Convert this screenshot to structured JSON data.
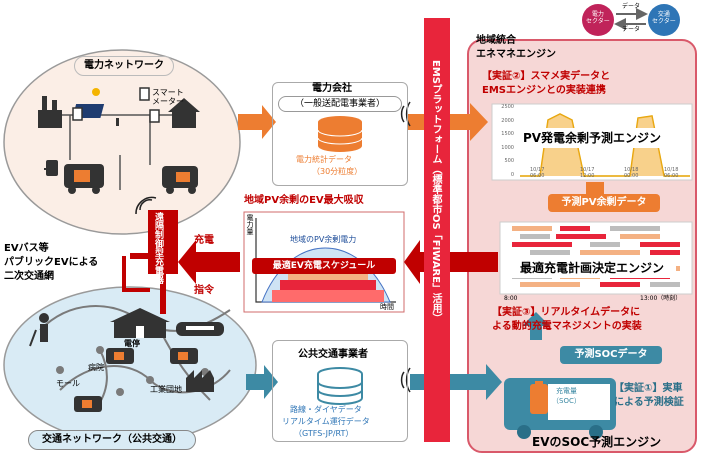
{
  "power_network": {
    "title": "電力ネットワーク",
    "smart_meter": "スマート\nメーター"
  },
  "power_company": {
    "title_line1": "電力会社",
    "title_line2": "（一般送配電事業者）",
    "data_line1": "電力統計データ",
    "data_line2": "（30分粒度）"
  },
  "ev_network": {
    "title_line1": "EVバス等",
    "title_line2": "パブリックEVによる",
    "title_line3": "二次交通網",
    "charger_label": "遠隔制御型充電器",
    "stop": "電停",
    "hospital": "病院",
    "mall": "モール",
    "industrial": "工業団地"
  },
  "transport_network": {
    "title": "交通ネットワーク（公共交通）"
  },
  "schedule": {
    "header": "地域PV余剰のEV最大吸収",
    "charge_label": "充電",
    "command_label": "指令",
    "y_axis": "電力量",
    "curve_label": "地域のPV余剰電力",
    "banner": "最適EV充電スケジュール",
    "x_axis": "時間"
  },
  "public_transport": {
    "title": "公共交通事業者",
    "data_line1": "路線・ダイヤデータ",
    "data_line2": "リアルタイム運行データ",
    "data_line3": "（GTFS-JP/RT）"
  },
  "platform": {
    "label": "EMSプラットフォーム（標準都市OS「FIWARE」活用）"
  },
  "ems": {
    "title_line1": "地域統合",
    "title_line2": "エネマネエンジン",
    "sector_power": "電力\nセクター",
    "sector_transport": "交通\nセクター",
    "arrow_top": "データ",
    "arrow_bottom": "データ",
    "proof2_line1": "【実証②】スマメ実データと",
    "proof2_line2": "EMSエンジンとの実装連携",
    "pv_engine": "PV発電余剰予測エンジン",
    "pv_chart_y": [
      "2500",
      "2000",
      "1500",
      "1000",
      "500",
      "0"
    ],
    "pv_chart_x": [
      "10/17\n06:00",
      "10/17\n12:00",
      "10/18\n00:00",
      "10/18\n06:00"
    ],
    "pv_forecast": "予測PV余剰データ",
    "charge_engine": "最適充電計画決定エンジン",
    "gantt_start": "8:00",
    "gantt_end": "13:00（時刻）",
    "proof3_line1": "【実証③】リアルタイムデータに",
    "proof3_line2": "よる動的充電マネジメントの実装",
    "soc_forecast": "予測SOCデータ",
    "soc_bus_label_line1": "充電量",
    "soc_bus_label_line2": "（SOC）",
    "proof1_line1": "【実証①】実車",
    "proof1_line2": "による予測検証",
    "soc_engine": "EVのSOC予測エンジン"
  },
  "colors": {
    "orange": "#ed7d31",
    "red": "#c00000",
    "crimson": "#e8253b",
    "teal": "#3d8aa4",
    "teal_dark": "#2a6f88",
    "pink_bg": "#f6d7d6",
    "ems_border": "#d9596a",
    "blue_bg": "#d9ebf5",
    "beige": "#fbeee6"
  }
}
